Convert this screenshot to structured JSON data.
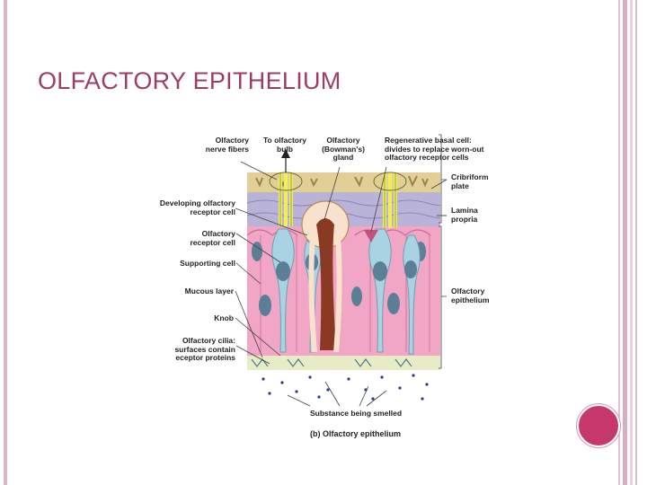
{
  "slide": {
    "title": "OLFACTORY EPITHELIUM"
  },
  "diagram": {
    "labels": {
      "olfactory_nerve_fibers": "Olfactory\nnerve fibers",
      "to_olfactory_bulb": "To olfactory\nbulb",
      "bowmans_gland": "Olfactory\n(Bowman's)\ngland",
      "regenerative_basal_cell": "Regenerative basal cell:\ndivides to replace worn-out\nolfactory receptor cells",
      "cribriform_plate": "Cribriform\nplate",
      "lamina_propria": "Lamina\npropria",
      "olfactory_epithelium": "Olfactory\nepithelium",
      "developing_receptor_cell": "Developing olfactory\nreceptor cell",
      "olfactory_receptor_cell": "Olfactory\nreceptor cell",
      "supporting_cell": "Supporting cell",
      "mucous_layer": "Mucous layer",
      "knob": "Knob",
      "olfactory_cilia": "Olfactory cilia:\nsurfaces contain\neceptor proteins",
      "substance_smelled": "Substance being smelled",
      "caption": "(b) Olfactory epithelium"
    }
  },
  "colors": {
    "title": "#9c3e63",
    "accent_circle": "#c7386a",
    "supporting_cell": "#f0a6c4",
    "receptor_cell": "#a9d3e2",
    "nucleus": "#5a7f97",
    "gland_duct": "#8a3a22",
    "nerve_fiber": "#f2ef52",
    "bone": "#e2cf96",
    "lamina_propria": "#b9b3d8"
  }
}
